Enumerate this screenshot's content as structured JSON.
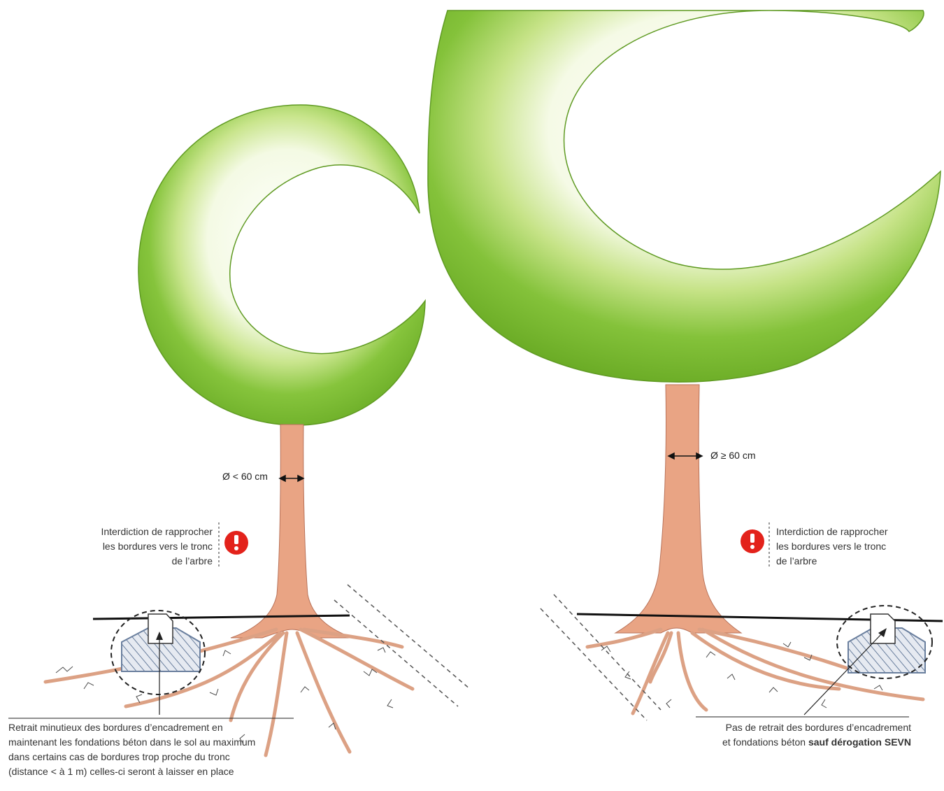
{
  "left_tree": {
    "diameter_label": "Ø < 60 cm",
    "warning_lines": [
      "Interdiction de rapprocher",
      "les bordures vers le tronc",
      "de l’arbre"
    ],
    "note_lines": [
      "Retrait minutieux des bordures d’encadrement en",
      "maintenant les fondations béton dans le sol au maximum",
      "dans certains cas de bordures trop proche du tronc",
      "(distance < à 1 m) celles-ci seront à laisser en place"
    ]
  },
  "right_tree": {
    "diameter_label": "Ø ≥ 60 cm",
    "warning_lines": [
      "Interdiction de rapprocher",
      "les bordures vers le tronc",
      "de l’arbre"
    ],
    "note_line1": "Pas de retrait des bordures d’encadrement",
    "note_line2_prefix": "et fondations béton ",
    "note_line2_bold": "sauf dérogation SEVN"
  },
  "colors": {
    "foliage_dark": "#74b82d",
    "foliage_light": "#dff0b8",
    "trunk": "#e9a484",
    "warning_icon": "#e3221b",
    "border_hatch": "#6a7f9e"
  }
}
